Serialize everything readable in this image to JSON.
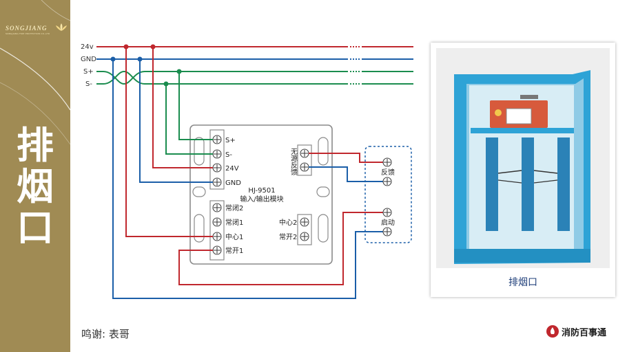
{
  "sidebar": {
    "logo_text": "SONGJIANG",
    "logo_subtitle": "SONGJIANG FIRE PROTECTION CO.,LTD",
    "title_chars": [
      "排",
      "烟",
      "口"
    ]
  },
  "diagram": {
    "bus_lines": [
      {
        "label": "24v",
        "color": "#c0272d"
      },
      {
        "label": "GND",
        "color": "#1a5ea8"
      },
      {
        "label": "S+",
        "color": "#1a8c4e"
      },
      {
        "label": "S-",
        "color": "#1a8c4e"
      }
    ],
    "module": {
      "model": "HJ-9501",
      "name": "输入/输出模块",
      "left_terminals_top": [
        "S+",
        "S-",
        "24V",
        "GND"
      ],
      "left_terminals_bottom": [
        "常闭2",
        "常闭1",
        "中心1",
        "常开1"
      ],
      "right_top_label": "无源反馈",
      "right_bottom_labels": [
        "中心2",
        "常开2"
      ]
    },
    "device": {
      "feedback_label": "反馈",
      "start_label": "启动"
    }
  },
  "photo": {
    "caption": "排烟口"
  },
  "credit": "鸣谢: 表哥",
  "brand": {
    "name": "消防百事通"
  }
}
